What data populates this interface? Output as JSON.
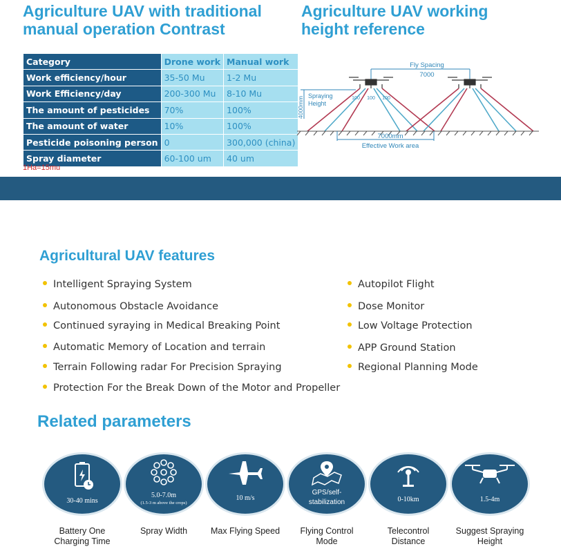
{
  "comparison": {
    "title_line1": "Agriculture UAV with traditional",
    "title_line2": "manual operation Contrast",
    "headers": [
      "Category",
      "Drone work",
      "Manual work"
    ],
    "rows": [
      [
        "Work efficiency/hour",
        "35-50 Mu",
        "1-2 Mu"
      ],
      [
        "Work Efficiency/day",
        "200-300 Mu",
        "8-10 Mu"
      ],
      [
        "The amount of pesticides",
        "70%",
        "100%"
      ],
      [
        "The amount of water",
        "10%",
        "100%"
      ],
      [
        "Pesticide poisoning person",
        "0",
        "300,000 (china)"
      ],
      [
        "Spray diameter",
        "60-100 um",
        "40 um"
      ]
    ],
    "note": "1Ha=15mu"
  },
  "height_ref": {
    "title_line1": "Agriculture UAV working",
    "title_line2": "height reference",
    "fly_spacing_label": "Fly Spacing",
    "fly_spacing_value": "7000",
    "spraying_height_label_1": "Spraying",
    "spraying_height_label_2": "Height",
    "height_value": "4000mm",
    "nozzle_labels": [
      "100",
      "100",
      "100"
    ],
    "work_area_value": "7000mm",
    "work_area_label": "Effective Work area",
    "colors": {
      "line_blue": "#4fa9c9",
      "line_red": "#b23a52",
      "dim": "#2f86b8"
    }
  },
  "features": {
    "title": "Agricultural UAV features",
    "left": [
      "Intelligent Spraying System",
      "Autonomous Obstacle Avoidance",
      "Continued syraying in Medical Breaking Point",
      "Automatic Memory of Location and terrain",
      "Terrain Following radar For Precision Spraying",
      "Protection For the Break Down of the Motor and Propeller"
    ],
    "right": [
      "Autopilot Flight",
      "Dose Monitor",
      "Low Voltage Protection",
      "APP Ground Station",
      "Regional Planning Mode"
    ]
  },
  "params": {
    "title": "Related parameters",
    "items": [
      {
        "icon": "battery-clock-icon",
        "value": "30-40 mins",
        "label1": "Battery One",
        "label2": "Charging Time"
      },
      {
        "icon": "spray-nozzles-icon",
        "value": "5.0-7.0m",
        "value2": "(1.5-3 m above the crops)",
        "label1": "Spray Width",
        "label2": ""
      },
      {
        "icon": "airplane-icon",
        "value": "10 m/s",
        "label1": "Max Flying Speed",
        "label2": ""
      },
      {
        "icon": "map-pin-icon",
        "value": "GPS/self-",
        "value2": "stabilization",
        "label1": "Flying Control",
        "label2": "Mode"
      },
      {
        "icon": "antenna-icon",
        "value": "0-10km",
        "label1": "Telecontrol",
        "label2": "Distance"
      },
      {
        "icon": "drone-icon",
        "value": "1.5-4m",
        "label1": "Suggest Spraying",
        "label2": "Height"
      }
    ]
  },
  "colors": {
    "accent": "#2f9fd3",
    "dark_blue": "#245a80",
    "light_cell": "#a6dff0",
    "bullet": "#f2c200",
    "note": "#d12a2a"
  }
}
